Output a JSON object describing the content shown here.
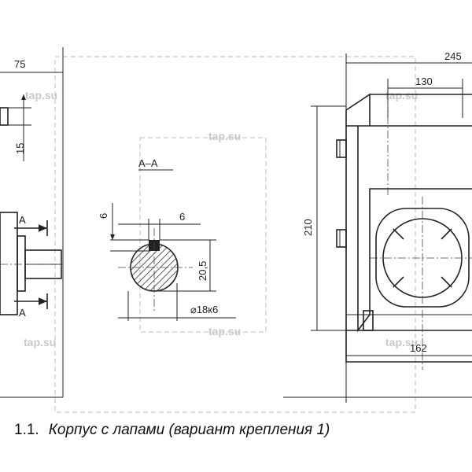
{
  "dimensions": {
    "d75": "75",
    "d15": "15",
    "d245": "245",
    "d130": "130",
    "d210": "210",
    "d162": "162",
    "d6a": "6",
    "d6b": "6",
    "d20_5": "20,5",
    "d18k6": "⌀18к6"
  },
  "labels": {
    "section_title": "А–А",
    "arrow_a_top": "А",
    "arrow_a_bottom": "А"
  },
  "watermark": "tap.su",
  "caption": {
    "number": "1.1.",
    "text": "Корпус с лапами (вариант крепления 1)"
  }
}
